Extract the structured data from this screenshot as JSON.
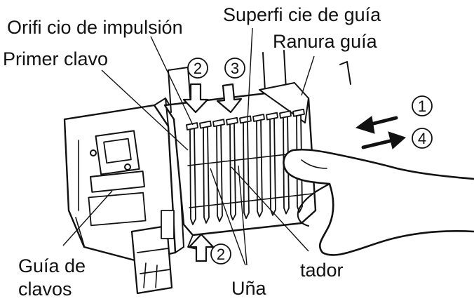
{
  "labels": {
    "driver_orifice": "Orifi cio de impulsión",
    "first_nail": "Primer clavo",
    "guide_surface": "Superfi cie de guía",
    "guide_groove": "Ranura guía",
    "nail_guide_line1": "Guía de",
    "nail_guide_line2": "clavos",
    "claw": "Uña",
    "tador": "tador"
  },
  "step_numbers": {
    "n1": "1",
    "n2_top": "2",
    "n2_bottom": "2",
    "n3": "3",
    "n4": "4"
  },
  "icons": {
    "arrow": "arrow-icon",
    "hand": "hand-icon",
    "nail": "nail-icon"
  },
  "colors": {
    "ink": "#111111",
    "background": "#ffffff"
  }
}
